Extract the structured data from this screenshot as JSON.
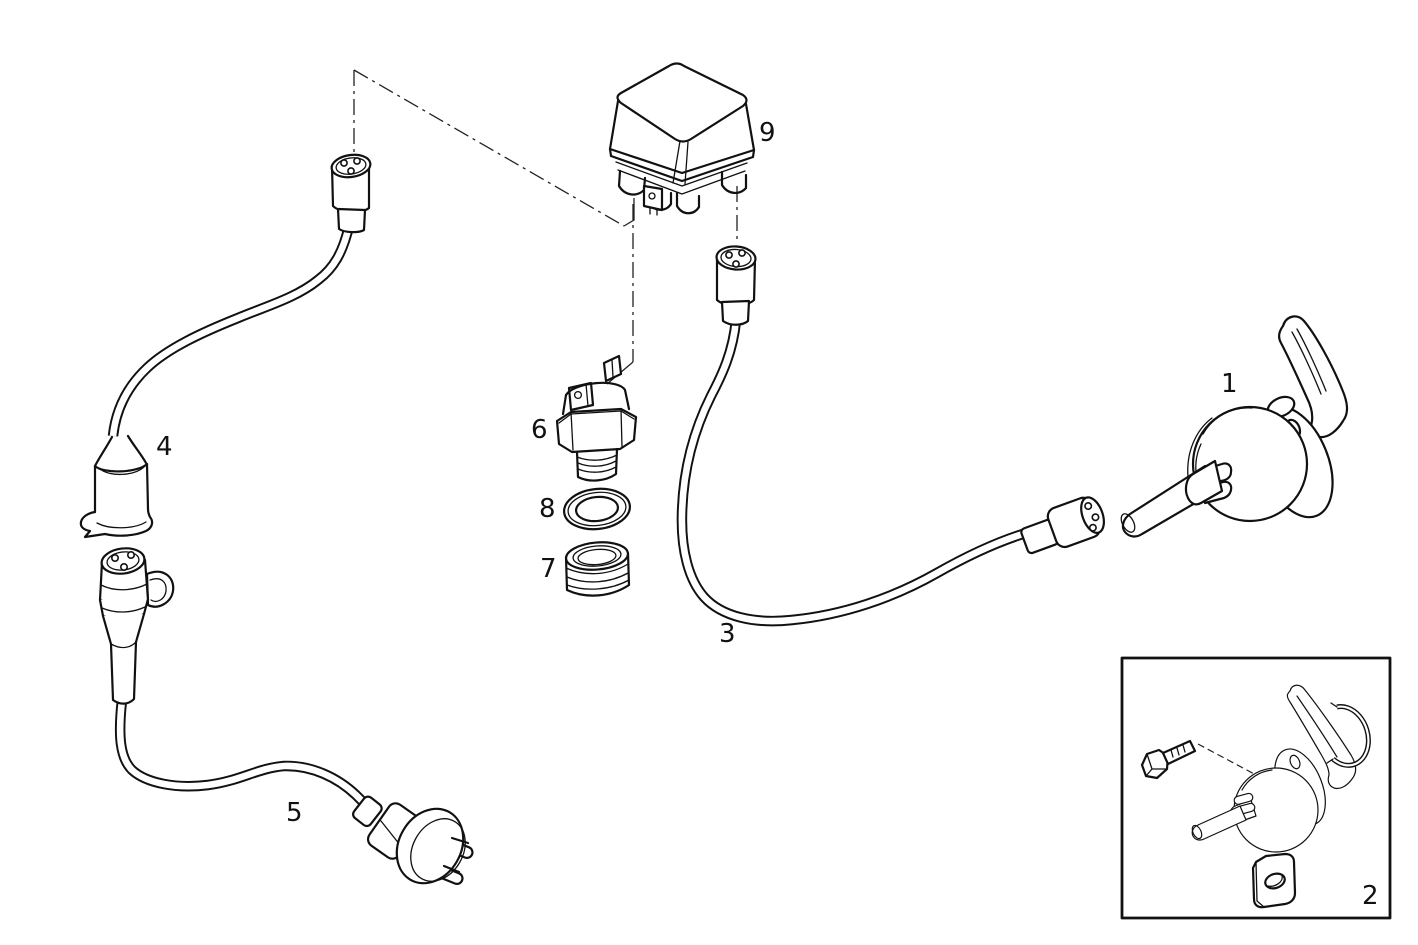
{
  "figure": {
    "kind": "exploded-parts-diagram",
    "colors": {
      "background": "#ffffff",
      "line": "#111111"
    }
  },
  "parts": [
    {
      "ref": "1",
      "name": "ignition-key-switch"
    },
    {
      "ref": "2",
      "name": "switch-fixing-parts-inset"
    },
    {
      "ref": "3",
      "name": "connecting-cable-relay-to-switch"
    },
    {
      "ref": "4",
      "name": "cable-with-protective-boot"
    },
    {
      "ref": "5",
      "name": "cable-with-two-pin-plug"
    },
    {
      "ref": "6",
      "name": "thermo-switch-sensor"
    },
    {
      "ref": "7",
      "name": "rubber-bushing"
    },
    {
      "ref": "8",
      "name": "sealing-washer"
    },
    {
      "ref": "9",
      "name": "relay-control-box"
    }
  ]
}
